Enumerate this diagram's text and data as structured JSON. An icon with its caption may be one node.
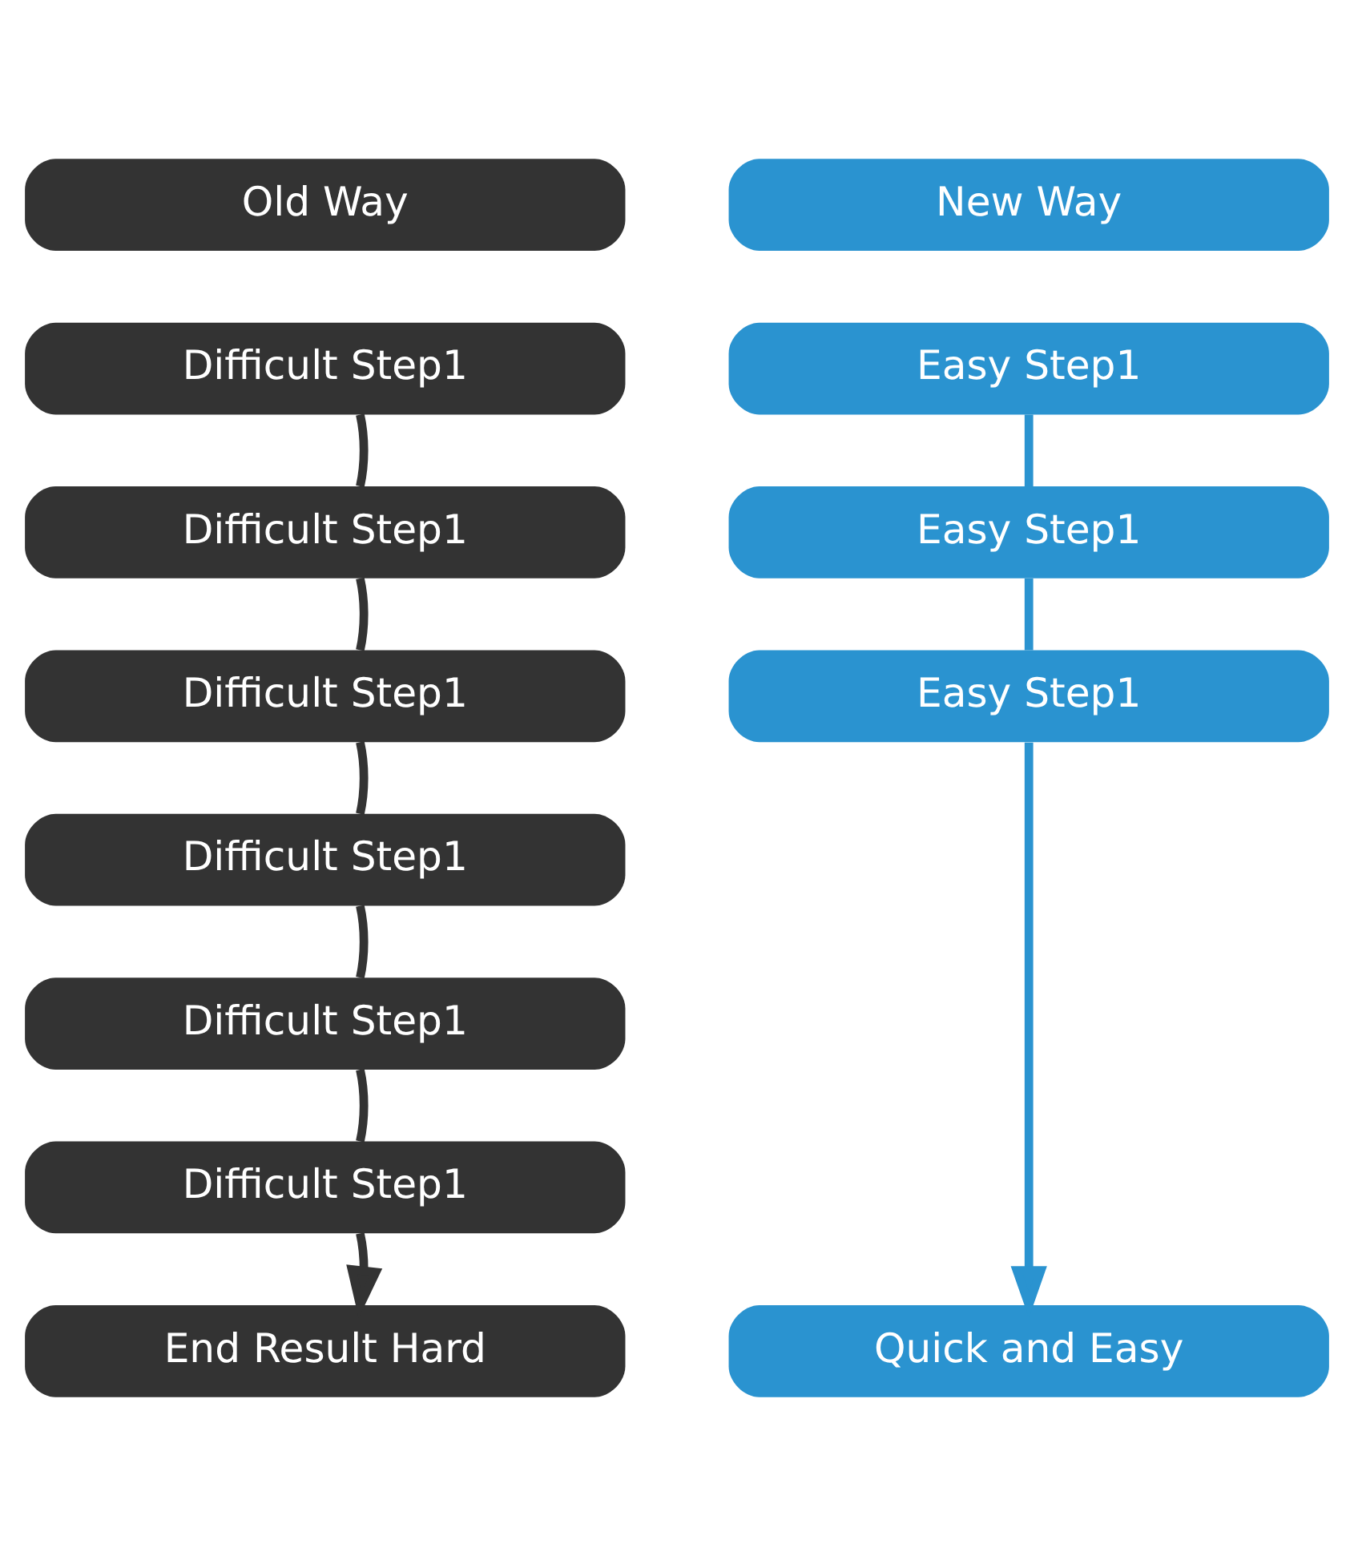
{
  "diagram": {
    "nodes": [
      {
        "text": [
          "Old Way"
        ]
      },
      {
        "text": [
          "New Way"
        ]
      },
      {
        "text": [
          "Difficult Step1"
        ]
      },
      {
        "text": [
          "Easy Step1"
        ]
      },
      {
        "text": [
          "Difficult Step1"
        ]
      },
      {
        "text": [
          "Easy Step1"
        ]
      },
      {
        "text": [
          "Difficult Step1"
        ]
      },
      {
        "text": [
          "Easy Step1"
        ]
      },
      {
        "text": [
          "Difficult Step1"
        ]
      },
      {
        "text": [
          "Difficult Step1"
        ]
      },
      {
        "text": [
          "Difficult Step1"
        ]
      },
      {
        "text": [
          "End Result Hard"
        ]
      },
      {
        "text": [
          "Quick and Easy"
        ]
      }
    ],
    "edges": [
      {
        "from": 2,
        "to": 4,
        "arrow": "none"
      },
      {
        "from": 4,
        "to": 6,
        "arrow": "none"
      },
      {
        "from": 6,
        "to": 8,
        "arrow": "none"
      },
      {
        "from": 8,
        "to": 9,
        "arrow": "none"
      },
      {
        "from": 9,
        "to": 10,
        "arrow": "none"
      },
      {
        "from": 10,
        "to": 11,
        "arrow": "to"
      },
      {
        "from": 3,
        "to": 5,
        "arrow": "none",
        "color": "#2a93d0"
      },
      {
        "from": 5,
        "to": 7,
        "arrow": "none",
        "color": "#2a93d0"
      },
      {
        "from": 7,
        "to": 12,
        "arrow": "to",
        "color": "#2a93d0"
      }
    ]
  }
}
